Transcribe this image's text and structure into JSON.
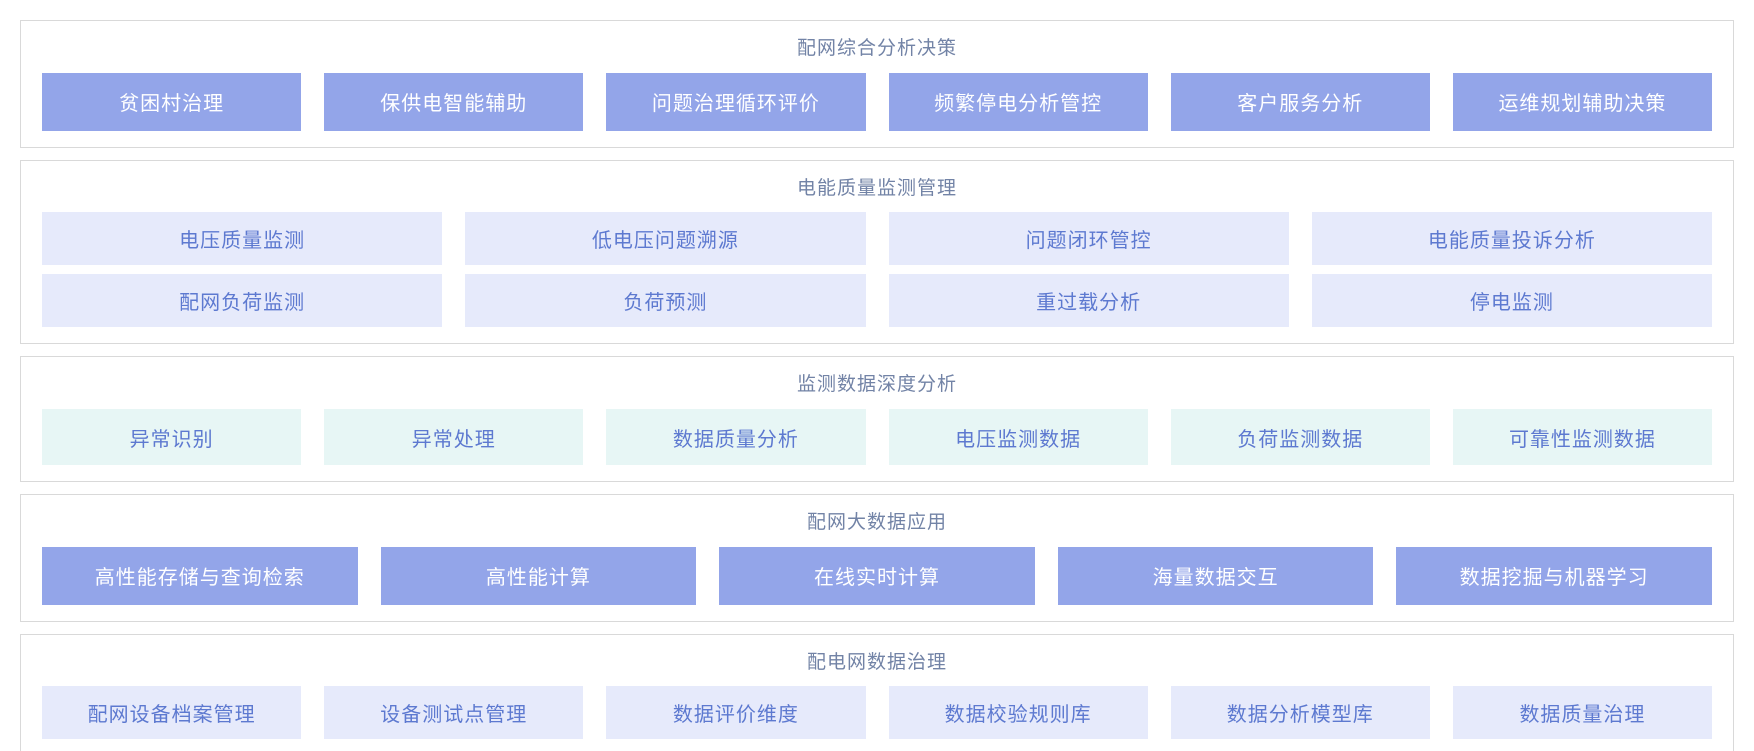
{
  "colors": {
    "page_background": "#ffffff",
    "panel_border": "#d9d9d9",
    "section_title_text": "#7283a6",
    "solid_button_bg": "#93a5e9",
    "solid_button_text": "#ffffff",
    "lavender_button_bg": "#e6eafb",
    "mint_button_bg": "#e7f6f5",
    "light_button_text": "#5d79d0"
  },
  "sections": [
    {
      "id": "comprehensive-analysis-decision",
      "title": "配网综合分析决策",
      "style": "solid",
      "rows": [
        [
          "贫困村治理",
          "保供电智能辅助",
          "问题治理循环评价",
          "频繁停电分析管控",
          "客户服务分析",
          "运维规划辅助决策"
        ]
      ]
    },
    {
      "id": "power-quality-monitoring",
      "title": "电能质量监测管理",
      "style": "lavender",
      "rows": [
        [
          "电压质量监测",
          "低电压问题溯源",
          "问题闭环管控",
          "电能质量投诉分析"
        ],
        [
          "配网负荷监测",
          "负荷预测",
          "重过载分析",
          "停电监测"
        ]
      ]
    },
    {
      "id": "monitoring-data-deep-analysis",
      "title": "监测数据深度分析",
      "style": "mint",
      "rows": [
        [
          "异常识别",
          "异常处理",
          "数据质量分析",
          "电压监测数据",
          "负荷监测数据",
          "可靠性监测数据"
        ]
      ]
    },
    {
      "id": "distribution-big-data-application",
      "title": "配网大数据应用",
      "style": "solid",
      "rows": [
        [
          "高性能存储与查询检索",
          "高性能计算",
          "在线实时计算",
          "海量数据交互",
          "数据挖掘与机器学习"
        ]
      ]
    },
    {
      "id": "distribution-data-governance",
      "title": "配电网数据治理",
      "style": "lavender",
      "rows": [
        [
          "配网设备档案管理",
          "设备测试点管理",
          "数据评价维度",
          "数据校验规则库",
          "数据分析模型库",
          "数据质量治理"
        ]
      ]
    }
  ]
}
